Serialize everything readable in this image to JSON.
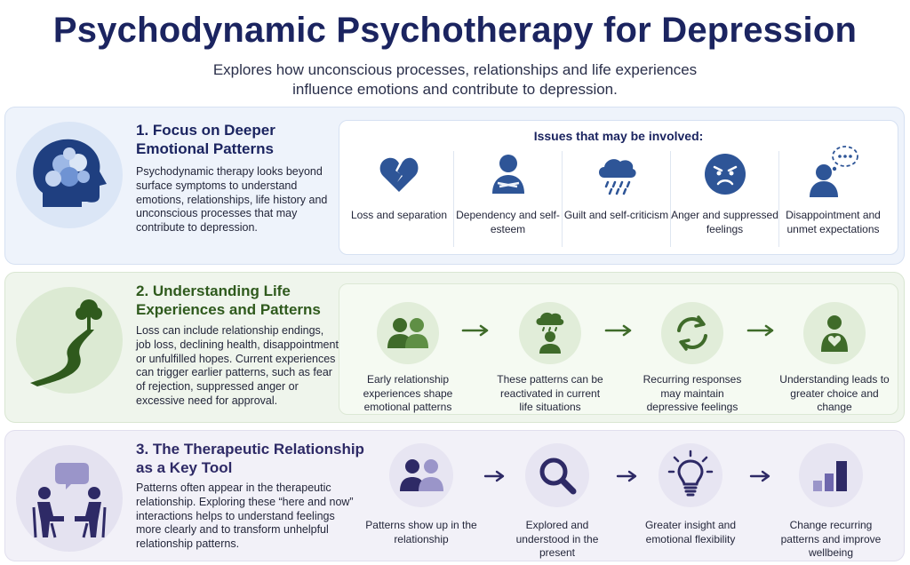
{
  "header": {
    "title": "Psychodynamic Psychotherapy for Depression",
    "subtitle_line1": "Explores how unconscious processes, relationships and life experiences",
    "subtitle_line2": "influence emotions and contribute to depression."
  },
  "section1": {
    "title": "1. Focus on Deeper Emotional Patterns",
    "text": "Psychodynamic therapy looks beyond surface symptoms to understand emotions, relationships, life history and unconscious processes that may contribute to depression.",
    "hero_icon": "head-puzzle-icon",
    "issues_heading": "Issues that may be involved:",
    "issues": [
      {
        "icon": "broken-heart-icon",
        "label": "Loss and separation"
      },
      {
        "icon": "self-hug-person-icon",
        "label": "Dependency and self-esteem"
      },
      {
        "icon": "rain-cloud-icon",
        "label": "Guilt and self-criticism"
      },
      {
        "icon": "angry-face-icon",
        "label": "Anger and suppressed feelings"
      },
      {
        "icon": "person-thought-bubble-icon",
        "label": "Disappointment and unmet expectations"
      }
    ]
  },
  "section2": {
    "title": "2. Understanding Life Experiences and Patterns",
    "text": "Loss can include relationship endings, job loss, declining health, disappointment or unfulfilled hopes. Current experiences can trigger earlier patterns, such as fear of rejection, suppressed anger or excessive need for approval.",
    "hero_icon": "winding-path-tree-icon",
    "steps": [
      {
        "icon": "two-people-icon",
        "label": "Early relationship experiences shape emotional patterns"
      },
      {
        "icon": "person-rain-cloud-icon",
        "label": "These patterns can be reactivated in current life situations"
      },
      {
        "icon": "cycle-arrows-icon",
        "label": "Recurring responses may maintain depressive feelings"
      },
      {
        "icon": "person-heart-icon",
        "label": "Understanding leads to greater choice and change"
      }
    ]
  },
  "section3": {
    "title": "3. The Therapeutic Relationship as a Key Tool",
    "text": "Patterns often appear in the therapeutic relationship. Exploring these “here and now” interactions helps to understand feelings more clearly and to transform unhelpful relationship patterns.",
    "hero_icon": "therapy-session-icon",
    "steps": [
      {
        "icon": "two-people-icon",
        "label": "Patterns show up in the relationship"
      },
      {
        "icon": "magnifier-icon",
        "label": "Explored and understood in the present"
      },
      {
        "icon": "lightbulb-icon",
        "label": "Greater insight and emotional flexibility"
      },
      {
        "icon": "rising-bars-icon",
        "label": "Change recurring patterns and improve wellbeing"
      }
    ]
  },
  "colors": {
    "navy": "#1b2460",
    "blue_icon": "#2e5597",
    "green": "#3f6b2a",
    "purple": "#3a3479"
  }
}
